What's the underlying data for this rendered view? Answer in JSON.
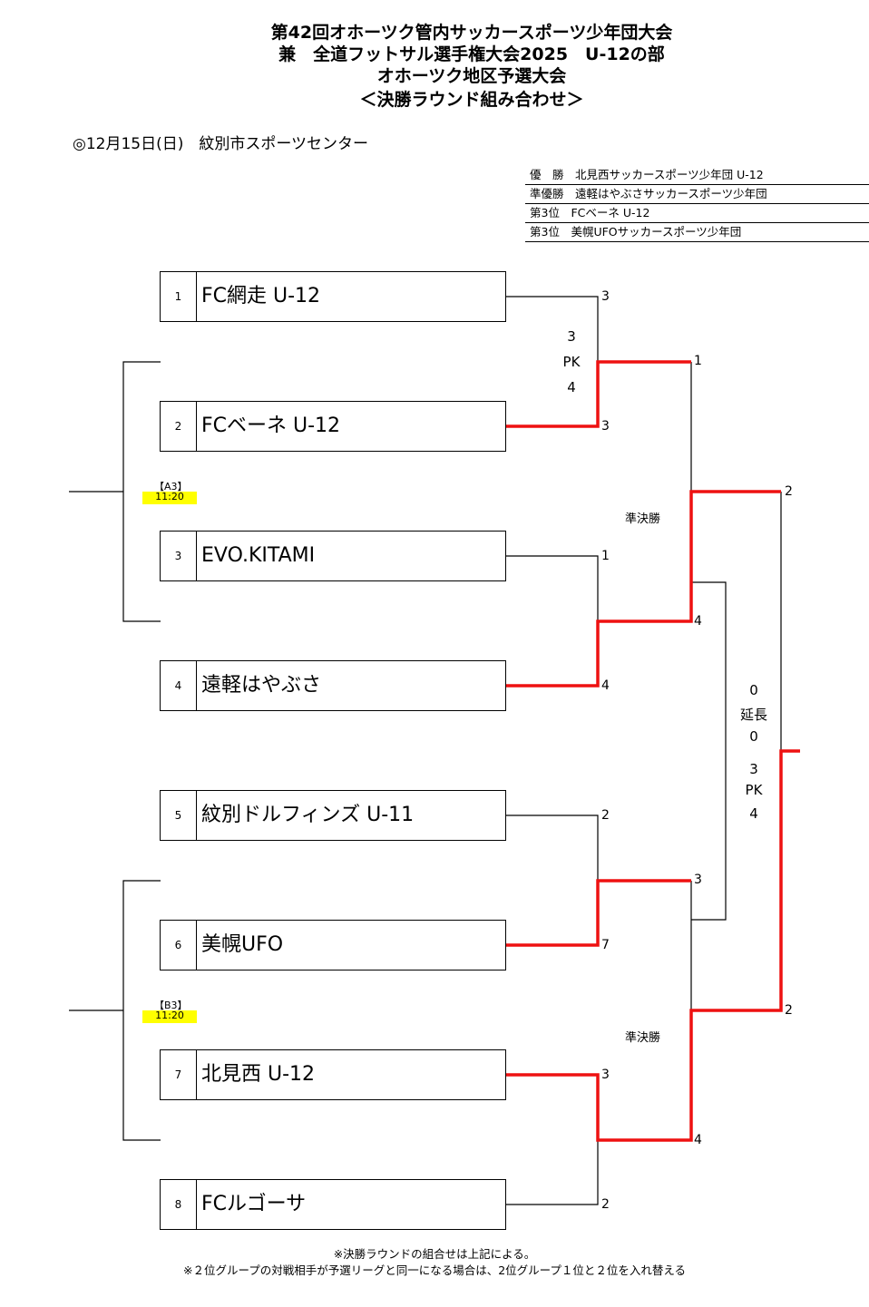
{
  "header": {
    "title_line1": "第42回オホーツク管内サッカースポーツ少年団大会",
    "title_line2": "兼　全道フットサル選手権大会2025　U-12の部",
    "title_line3": "オホーツク地区予選大会",
    "title_line4": "＜決勝ラウンド組み合わせ＞",
    "date_venue": "◎12月15日(日)　紋別市スポーツセンター"
  },
  "results": [
    "優　勝　北見西サッカースポーツ少年団 U-12",
    "準優勝　遠軽はやぶさサッカースポーツ少年団",
    "第3位　FCベーネ U-12",
    "第3位　美幌UFOサッカースポーツ少年団"
  ],
  "teams": [
    {
      "num": "1",
      "name": "FC網走 U-12"
    },
    {
      "num": "2",
      "name": "FCベーネ U-12"
    },
    {
      "num": "3",
      "name": "EVO.KITAMI"
    },
    {
      "num": "4",
      "name": "遠軽はやぶさ"
    },
    {
      "num": "5",
      "name": "紋別ドルフィンズ U-11"
    },
    {
      "num": "6",
      "name": "美幌UFO"
    },
    {
      "num": "7",
      "name": "北見西 U-12"
    },
    {
      "num": "8",
      "name": "FCルゴーサ"
    }
  ],
  "scores": {
    "r1": [
      "3",
      "3",
      "1",
      "4",
      "2",
      "7",
      "3",
      "2"
    ],
    "r2": [
      "1",
      "4",
      "3",
      "4"
    ],
    "final": [
      "2",
      "2"
    ]
  },
  "pk1": [
    "3",
    "PK",
    "4"
  ],
  "final_detail": [
    "0",
    "延長",
    "0",
    "3",
    "PK",
    "4"
  ],
  "semi_label": "準決勝",
  "slots": [
    {
      "tag": "【A3】",
      "time": "11:20"
    },
    {
      "tag": "【B3】",
      "time": "11:20"
    }
  ],
  "notes": [
    "※決勝ラウンドの組合せは上記による。",
    "※２位グループの対戦相手が予選リーグと同一になる場合は、2位グループ１位と２位を入れ替える"
  ],
  "colors": {
    "winner_line": "#ee1111",
    "highlight": "#ffff00"
  }
}
